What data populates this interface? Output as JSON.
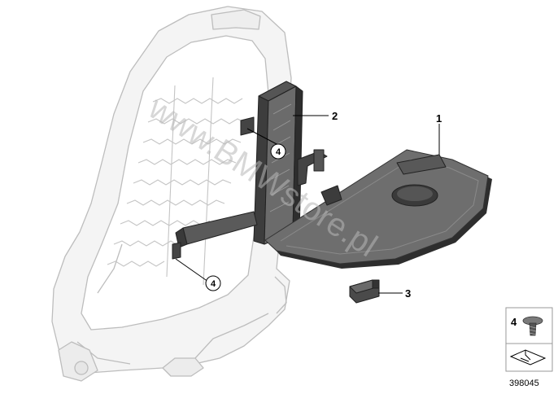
{
  "callouts": {
    "part1": "1",
    "part2": "2",
    "part3": "3",
    "part4_upper": "4",
    "part4_lower": "4"
  },
  "legend": {
    "item_number": "4"
  },
  "diagram_id": "398045",
  "watermark": "www.BMWstore.pl",
  "colors": {
    "frame_stroke": "#b9b9b9",
    "frame_fill": "#f3f3f3",
    "bracket_dark": "#3e3e3e",
    "tray_fill": "#6a6a6a",
    "tray_edge": "#2b2b2b",
    "leader": "#000000"
  }
}
